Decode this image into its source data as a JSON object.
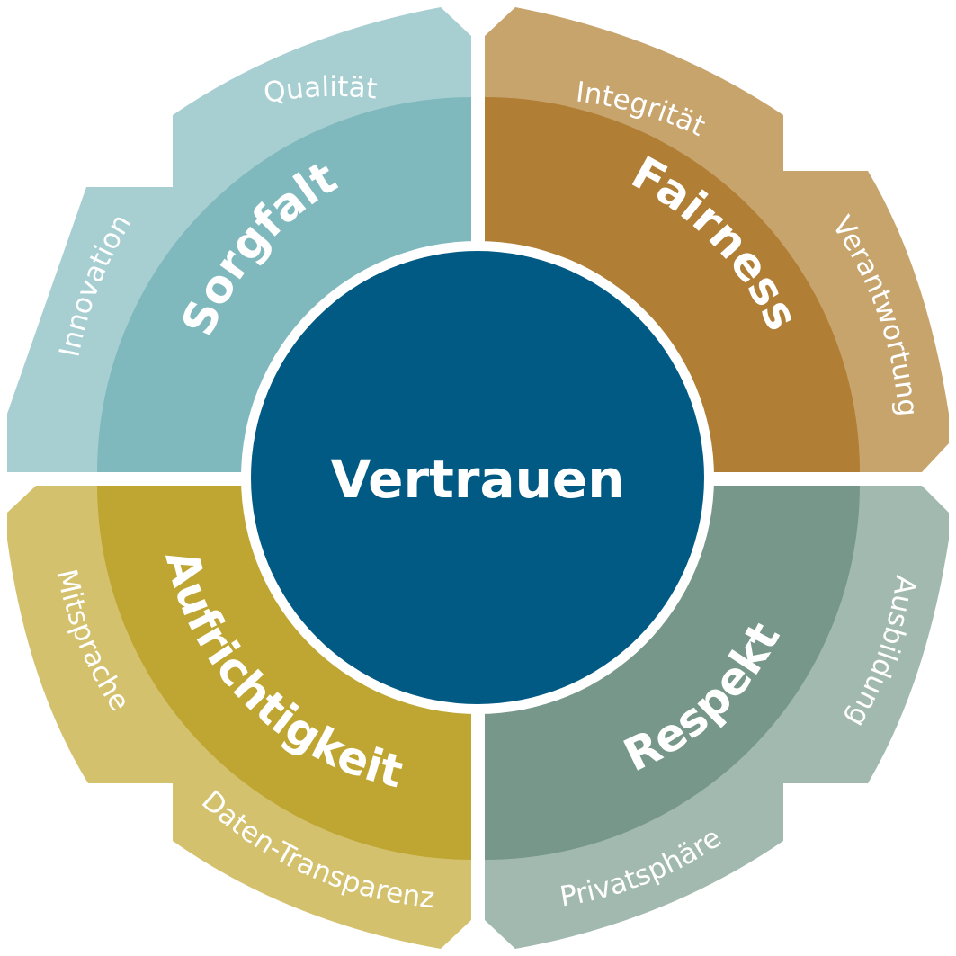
{
  "center": {
    "label": "Vertrauen",
    "color": "#005a84"
  },
  "quadrants": [
    {
      "id": "sorgfalt",
      "label": "Sorgfalt",
      "inner_color": "#80b9bd",
      "outer_color": "#a7cfd2",
      "sub_items": [
        "Qualität",
        "Innovation"
      ]
    },
    {
      "id": "fairness",
      "label": "Fairness",
      "inner_color": "#b07e35",
      "outer_color": "#c8a46d",
      "sub_items": [
        "Integrität",
        "Verantwortung"
      ]
    },
    {
      "id": "respekt",
      "label": "Respekt",
      "inner_color": "#76978a",
      "outer_color": "#a2b9b0",
      "sub_items": [
        "Ausbildung",
        "Privatsphäre"
      ]
    },
    {
      "id": "aufrichtigkeit",
      "label": "Aufrichtigkeit",
      "inner_color": "#bfa632",
      "outer_color": "#d4c16e",
      "sub_items": [
        "Daten-Transparenz",
        "Mitsprache"
      ]
    }
  ]
}
